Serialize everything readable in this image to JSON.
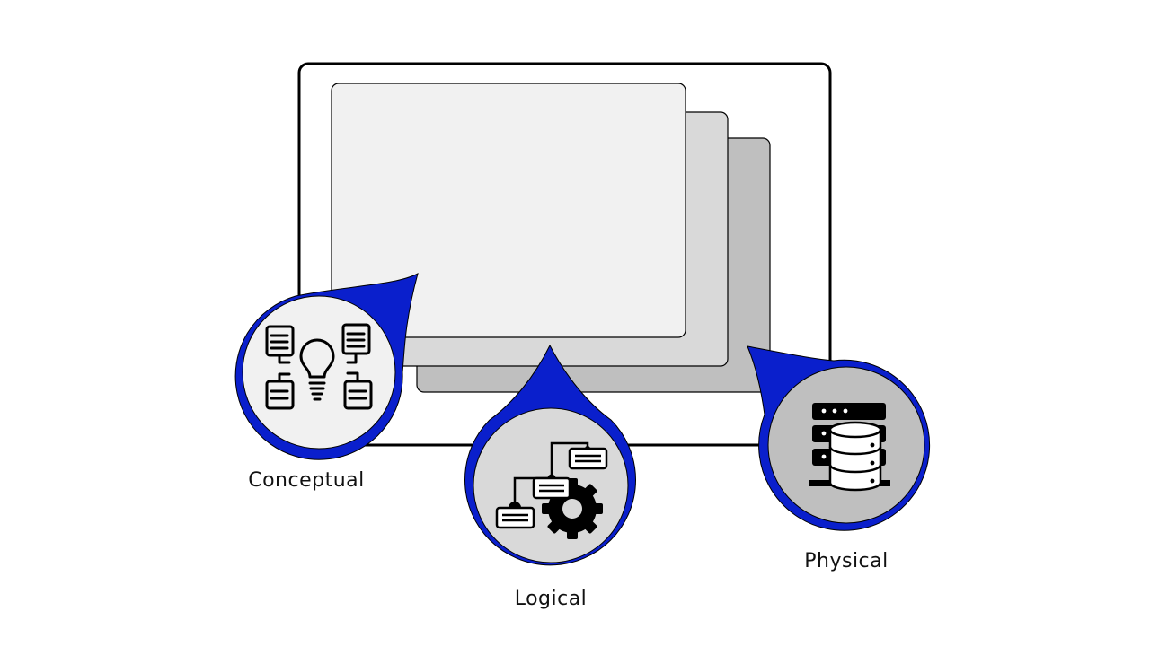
{
  "layers": [
    {
      "name": "conceptual",
      "label": "Conceptual",
      "icon": "lightbulb-flowchart-icon",
      "fill": "#f1f1f1"
    },
    {
      "name": "logical",
      "label": "Logical",
      "icon": "flowchart-gear-icon",
      "fill": "#d9d9d9"
    },
    {
      "name": "physical",
      "label": "Physical",
      "icon": "database-server-icon",
      "fill": "#bfbfbf"
    }
  ],
  "colors": {
    "accent": "#0a1fcc",
    "frame_stroke": "#000000",
    "icon": "#000000"
  }
}
